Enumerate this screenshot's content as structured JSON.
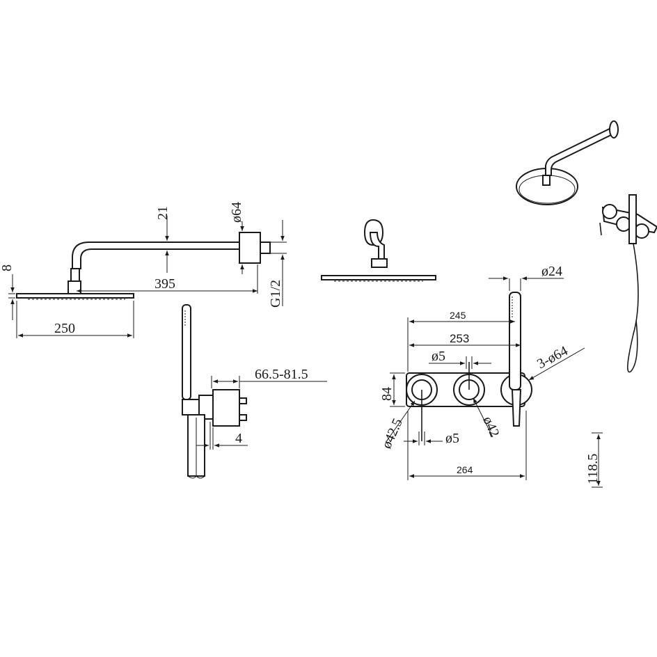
{
  "dimensions": {
    "overhead_drop": "8",
    "shower_head_width": "250",
    "arm_length": "395",
    "arm_tube": "21",
    "wall_flange": "ø64",
    "thread": "G1/2",
    "hand_shower_depth": "66.5-81.5",
    "bracket_offset": "4",
    "wand_diameter": "ø24",
    "plate_245": "245",
    "plate_253": "253",
    "spindle_top": "ø5",
    "rosettes": "3-ø64",
    "plate_height": "84",
    "handle_left": "ø42.5",
    "spindle_bottom": "ø5",
    "handle_right": "ø42",
    "plate_264": "264",
    "depth_118": "118.5"
  }
}
